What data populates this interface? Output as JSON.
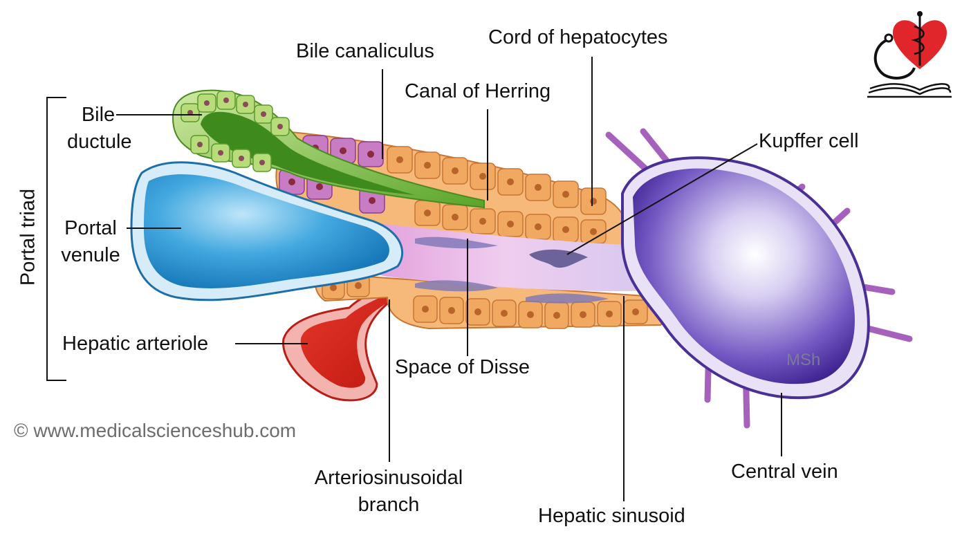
{
  "diagram": {
    "labels": {
      "bile_ductule": [
        "Bile",
        "ductule"
      ],
      "bile_canaliculus": "Bile canaliculus",
      "cord_of_hepatocytes": "Cord of hepatocytes",
      "canal_of_herring": "Canal of Herring",
      "kupffer_cell": "Kupffer cell",
      "portal_venule": [
        "Portal",
        "venule"
      ],
      "portal_triad": "Portal triad",
      "hepatic_arteriole": "Hepatic arteriole",
      "space_of_disse": "Space of Disse",
      "arteriosinusoidal_branch": [
        "Arteriosinusoidal",
        "branch"
      ],
      "hepatic_sinusoid": "Hepatic sinusoid",
      "central_vein": "Central vein"
    },
    "watermark": "MSh",
    "copyright": "© www.medicalscienceshub.com"
  },
  "colors": {
    "bile_duct": "#7cc242",
    "portal_venule": "#2f9fd8",
    "hepatic_arteriole": "#d6231e",
    "hepatocyte": "#f3ad6a",
    "hepatocyte_purple": "#b86fb8",
    "sinusoid": "#e3b6e6",
    "central_vein": "#6a4bb8",
    "logo_heart": "#e0262b"
  },
  "icons": [
    "stethoscope-heart-logo-icon",
    "open-book-icon",
    "caduceus-icon"
  ]
}
